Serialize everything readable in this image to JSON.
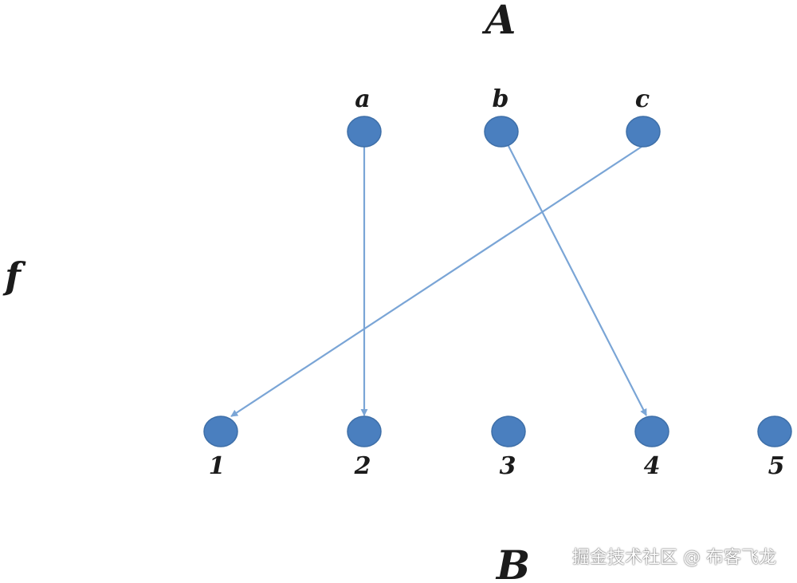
{
  "diagram": {
    "domain_label": "A",
    "codomain_label": "B",
    "function_label": "f",
    "domain_nodes": [
      {
        "id": "a",
        "label": "a"
      },
      {
        "id": "b",
        "label": "b"
      },
      {
        "id": "c",
        "label": "c"
      }
    ],
    "codomain_nodes": [
      {
        "id": "1",
        "label": "1"
      },
      {
        "id": "2",
        "label": "2"
      },
      {
        "id": "3",
        "label": "3"
      },
      {
        "id": "4",
        "label": "4"
      },
      {
        "id": "5",
        "label": "5"
      }
    ],
    "mappings": [
      {
        "from": "a",
        "to": "2"
      },
      {
        "from": "b",
        "to": "4"
      },
      {
        "from": "c",
        "to": "1"
      }
    ],
    "colors": {
      "node": "#4a7fbf",
      "edge": "#7aa5d6"
    }
  },
  "watermark": {
    "text": "掘金技术社区 @ 布客飞龙"
  }
}
